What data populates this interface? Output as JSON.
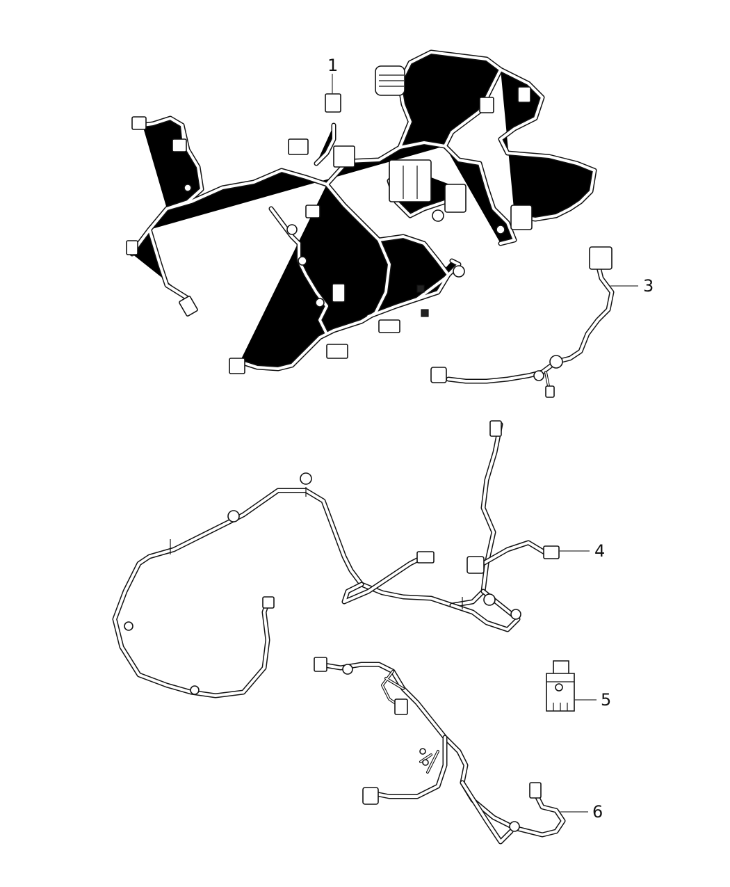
{
  "callouts": [
    {
      "id": "1",
      "label": "1"
    },
    {
      "id": "3",
      "label": "3"
    },
    {
      "id": "4",
      "label": "4"
    },
    {
      "id": "5",
      "label": "5"
    },
    {
      "id": "6",
      "label": "6"
    }
  ],
  "colors": {
    "line": "#111111",
    "background": "#ffffff"
  }
}
